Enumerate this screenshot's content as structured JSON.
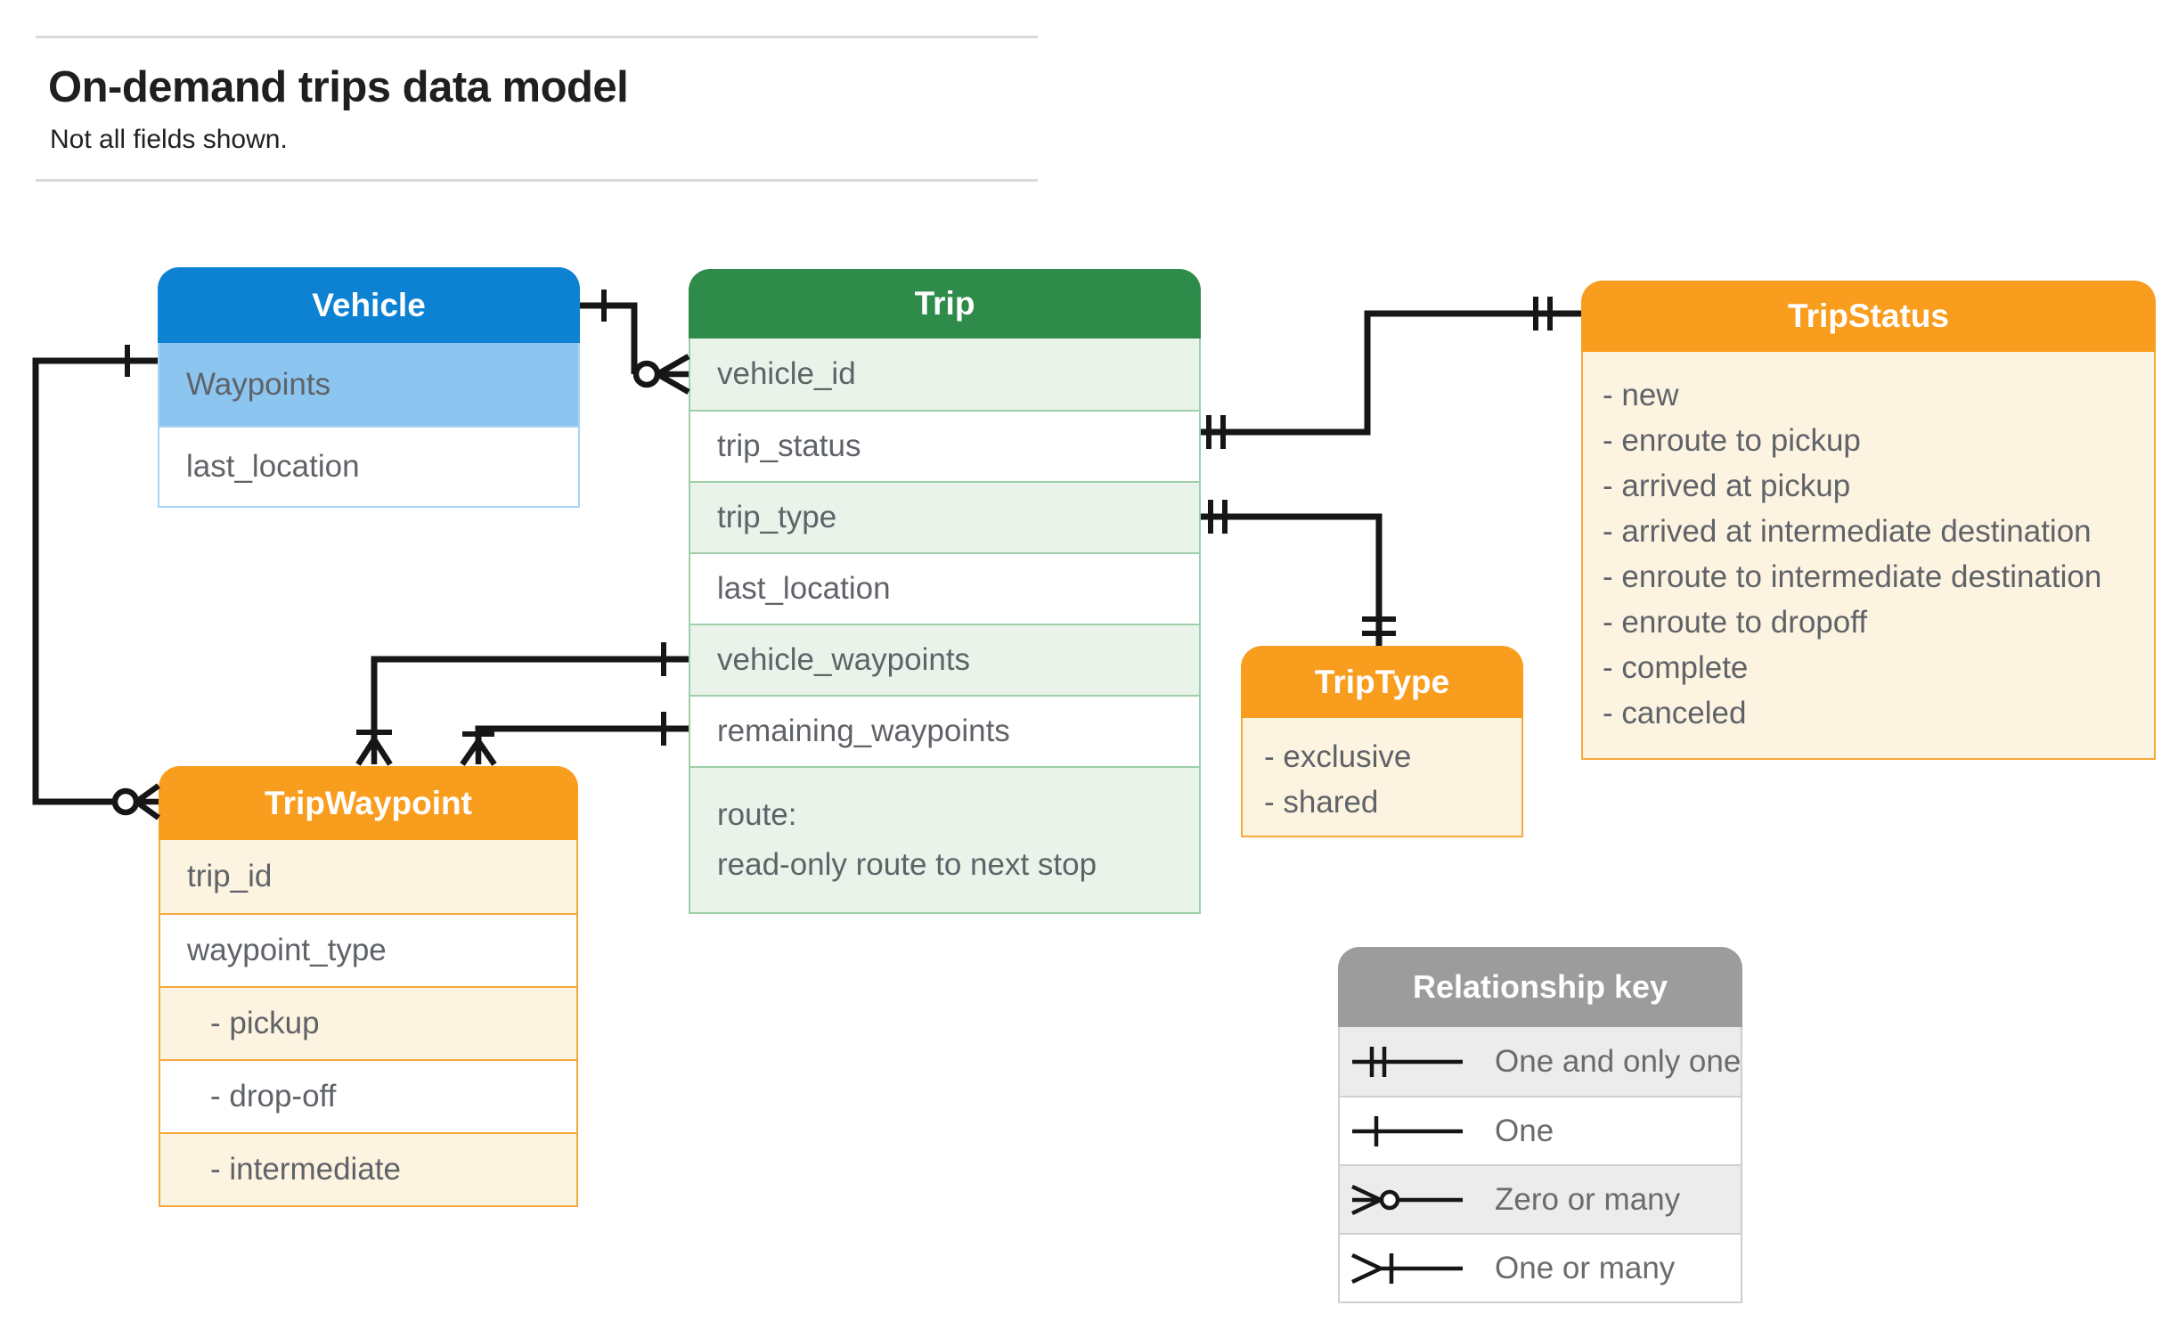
{
  "page": {
    "title": "On-demand trips data model",
    "subtitle": "Not all fields shown."
  },
  "entities": {
    "vehicle": {
      "title": "Vehicle",
      "rows": {
        "waypoints": "Waypoints",
        "last_location": "last_location"
      }
    },
    "trip": {
      "title": "Trip",
      "rows": [
        "vehicle_id",
        "trip_status",
        "trip_type",
        "last_location",
        "vehicle_waypoints",
        "remaining_waypoints"
      ],
      "route_row": {
        "line1": "route:",
        "line2": "read-only route to next stop"
      }
    },
    "trip_status": {
      "title": "TripStatus",
      "items": [
        "- new",
        "- enroute to pickup",
        "- arrived at pickup",
        "- arrived at intermediate destination",
        "- enroute to intermediate destination",
        "- enroute to dropoff",
        "- complete",
        "- canceled"
      ]
    },
    "trip_type": {
      "title": "TripType",
      "items": [
        "- exclusive",
        "- shared"
      ]
    },
    "trip_waypoint": {
      "title": "TripWaypoint",
      "rows": [
        "trip_id",
        "waypoint_type",
        "- pickup",
        "- drop-off",
        "- intermediate"
      ]
    }
  },
  "relationships": [
    {
      "from": "Vehicle",
      "from_cardinality": "one",
      "to": "Trip.vehicle_id",
      "to_cardinality": "zero-or-many"
    },
    {
      "from": "Trip.trip_status",
      "from_cardinality": "one-and-only-one",
      "to": "TripStatus",
      "to_cardinality": "one-and-only-one"
    },
    {
      "from": "Trip.trip_type",
      "from_cardinality": "one-and-only-one",
      "to": "TripType",
      "to_cardinality": "one-and-only-one"
    },
    {
      "from": "Trip.vehicle_waypoints",
      "from_cardinality": "one",
      "to": "TripWaypoint",
      "to_cardinality": "one-or-many"
    },
    {
      "from": "Trip.remaining_waypoints",
      "from_cardinality": "one",
      "to": "TripWaypoint",
      "to_cardinality": "one-or-many"
    },
    {
      "from": "Vehicle.Waypoints",
      "from_cardinality": "one",
      "to": "TripWaypoint",
      "to_cardinality": "zero-or-many"
    }
  ],
  "legend": {
    "title": "Relationship key",
    "items": [
      {
        "symbol": "one-and-only-one-icon",
        "label": "One and only one"
      },
      {
        "symbol": "one-icon",
        "label": "One"
      },
      {
        "symbol": "zero-or-many-icon",
        "label": "Zero or many"
      },
      {
        "symbol": "one-or-many-icon",
        "label": "One or many"
      }
    ]
  },
  "colors": {
    "vehicle-header": "#0d82d3",
    "vehicle-row": "#8cc6f0",
    "vehicle-border": "#a8d4f5",
    "trip-header": "#2e8b4a",
    "trip-row-tint": "#e9f3ea",
    "trip-border": "#9ecfa9",
    "orange-header": "#f99d1e",
    "orange-row-tint": "#fdf3e1",
    "orange-border": "#f5a93c",
    "key-header": "#9c9c9c",
    "key-row-tint": "#ececec",
    "key-border": "#cfcfcf",
    "key-text": "#6b6b6b",
    "field-text": "#5f6368",
    "title-text": "#1f1f1f",
    "line-black": "#161616",
    "rule": "#d9d9d9"
  }
}
